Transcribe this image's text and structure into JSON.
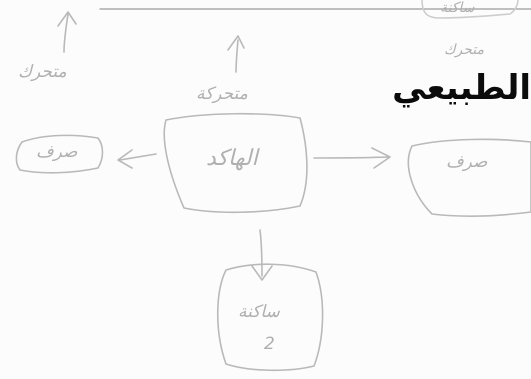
{
  "heading": "الطبيعي",
  "handwriting": {
    "left_annotation": "متحرك",
    "center_annotation": "متحركة",
    "top_right_annotation": "متحرك",
    "top_right_partial": "ساكنة",
    "left_box": "صرف",
    "center_box": "الهاكد",
    "right_box": "صرف",
    "bottom_box": "ساكنة",
    "bottom_box_number": "2"
  }
}
